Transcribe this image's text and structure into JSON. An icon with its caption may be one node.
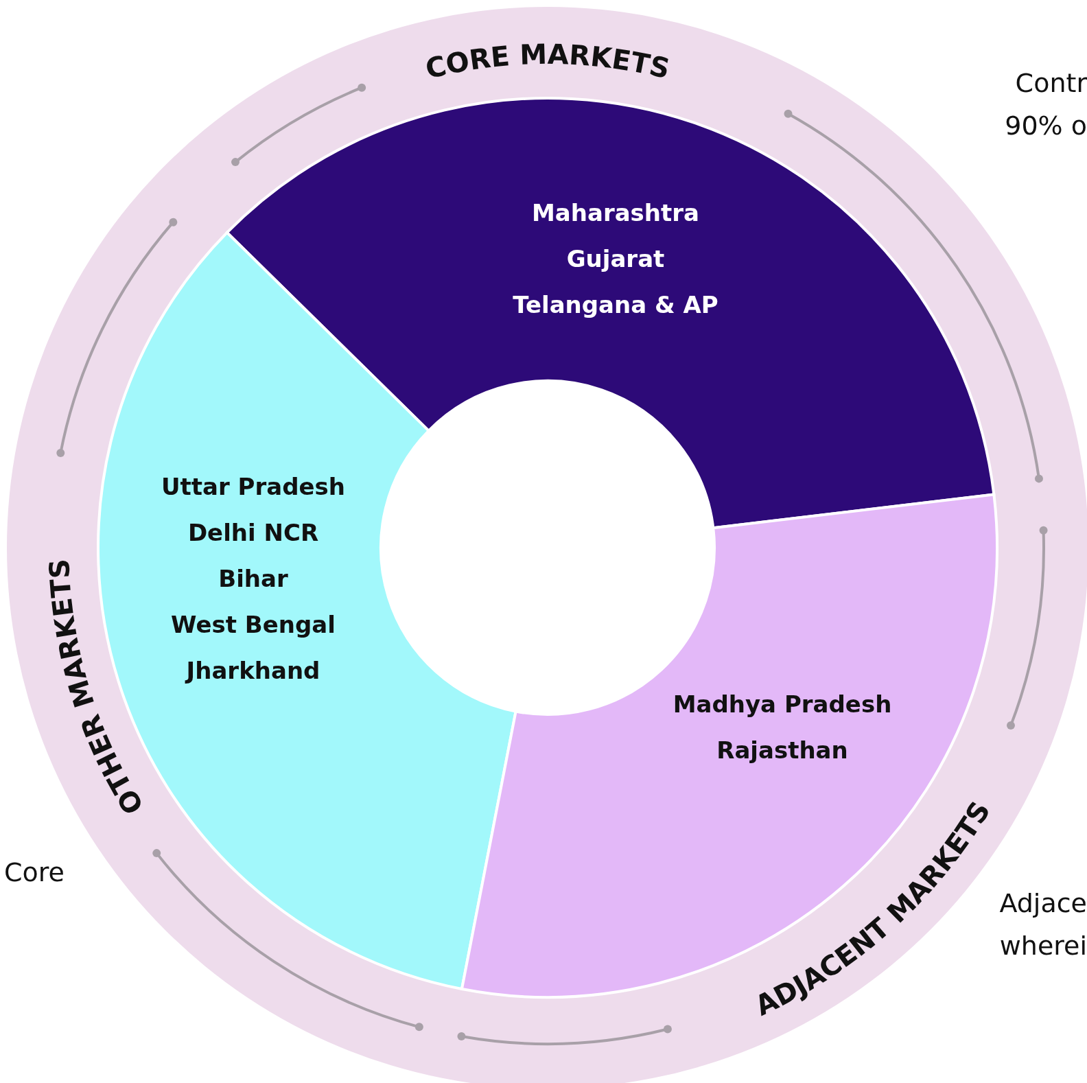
{
  "diagram": {
    "nodes": [
      {
        "text": [
          "CORE MARKETS",
          "Maharashtra",
          "Gujarat",
          "Telangana & AP"
        ]
      },
      {
        "text": [
          "Uttar Pradesh",
          "Delhi NCR",
          "Bihar",
          "West Bengal",
          "Jharkhand",
          "OTHER MARKETS"
        ]
      },
      {
        "text": [
          "Madhya Pradesh",
          "Rajasthan",
          "ADJACENT MARKETS"
        ]
      }
    ],
    "labels": [
      "Contr 90% o",
      "Core",
      "Adjace wherei"
    ]
  }
}
